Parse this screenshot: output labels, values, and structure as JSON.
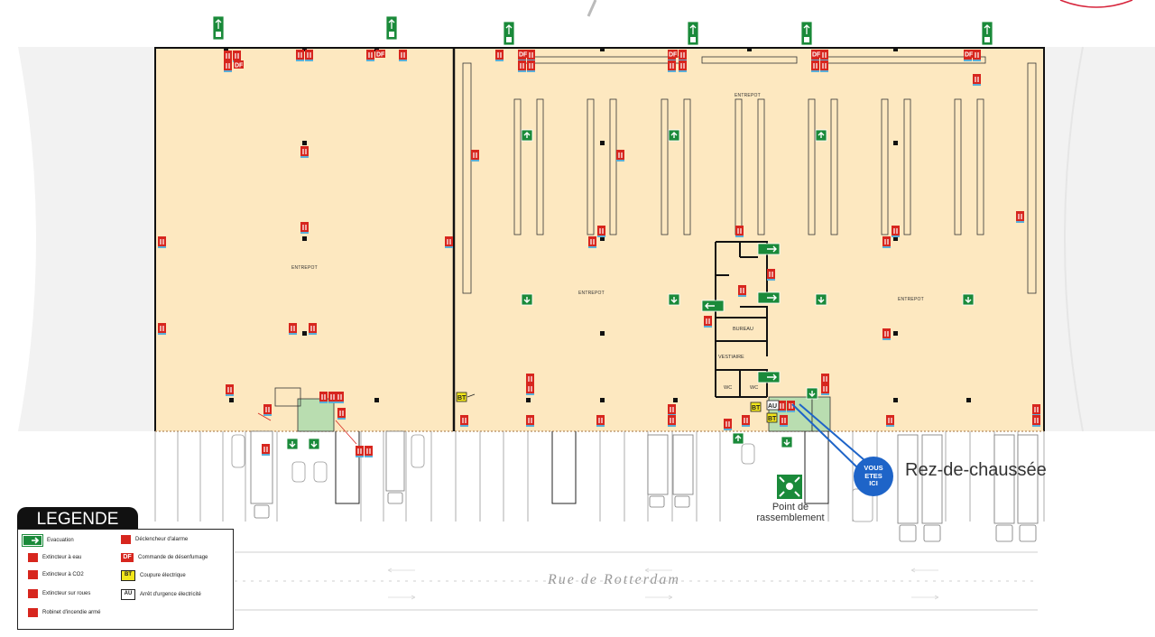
{
  "map": {
    "floor_title": "Rez-de-chaussée",
    "street_name": "Rue  de  Rotterdam",
    "assembly_label_line1": "Point de",
    "assembly_label_line2": "rassemblement",
    "you_are_here": [
      "VOUS",
      "ETES",
      "ICI"
    ],
    "zone_labels": {
      "left_warehouse": "ENTREPOT",
      "top_warehouse": "ENTREPOT",
      "center_warehouse": "ENTREPOT",
      "right_warehouse": "ENTREPOT",
      "office": "BUREAU",
      "locker": "VESTIAIRE",
      "wc1": "WC",
      "wc2": "WC"
    },
    "colors": {
      "floor": "#fde8c0",
      "wall": "#111111",
      "evac_green": "#1a8a3a",
      "extinguisher_red": "#d7261e",
      "you_are_here_blue": "#1e64c8",
      "zone_green": "#b9ddb0"
    }
  },
  "legend": {
    "title": "LEGENDE",
    "items": [
      {
        "icon": "evacuation-arrow-icon",
        "label": "Evacuation"
      },
      {
        "icon": "water-extinguisher-icon",
        "label": "Extincteur à eau"
      },
      {
        "icon": "co2-extinguisher-icon",
        "label": "Extincteur à CO2"
      },
      {
        "icon": "wheeled-extinguisher-icon",
        "label": "Extincteur sur roues"
      },
      {
        "icon": "fire-hose-icon",
        "label": "Robinet d'incendie armé"
      },
      {
        "icon": "alarm-trigger-icon",
        "label": "Déclencheur d'alarme"
      },
      {
        "icon": "smoke-control-icon",
        "label": "Commande de désenfumage",
        "badge": "DF"
      },
      {
        "icon": "power-cut-icon",
        "label": "Coupure électrique",
        "badge": "BT"
      },
      {
        "icon": "emergency-stop-icon",
        "label": "Arrêt d'urgence électricité",
        "badge": "AU"
      }
    ]
  }
}
